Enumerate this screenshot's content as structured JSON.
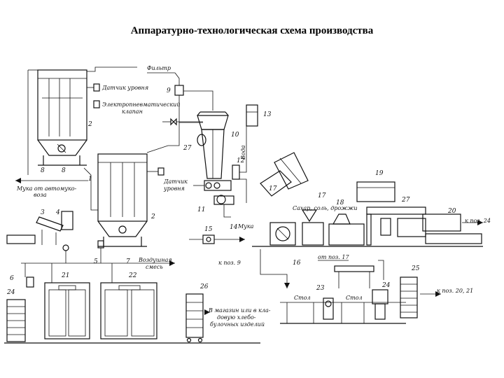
{
  "title": "Аппаратурно-технологическая схема производства",
  "labels": {
    "filter": "Фильтр",
    "level_sensor_top": "Датчик уровня",
    "pneumatic_valve_1": "Электропневматический",
    "pneumatic_valve_2": "клапан",
    "level_sensor_mid_1": "Датчик",
    "level_sensor_mid_2": "уровня",
    "flour_truck_1": "Мука от автомуко-",
    "flour_truck_2": "воза",
    "water": "Вода",
    "flour": "Мука",
    "sugar": "Сахар, соль, дрожжи",
    "air_mix_1": "Воздушная",
    "air_mix_2": "смесь",
    "to_pos9": "к поз. 9",
    "from_pos17": "от поз. 17",
    "table_1": "Стол",
    "table_2": "Стол",
    "to_pos24": "к поз. 24",
    "to_pos2021": "к поз. 20, 21",
    "store_1": "В магазин или в кла-",
    "store_2": "довую хлебо-",
    "store_3": "булочных изделий"
  },
  "numbers": [
    "1",
    "2",
    "2",
    "3",
    "4",
    "5",
    "6",
    "7",
    "8",
    "9",
    "10",
    "11",
    "12",
    "13",
    "14",
    "15",
    "16",
    "17",
    "18",
    "19",
    "20",
    "21",
    "22",
    "23",
    "24",
    "24",
    "25",
    "26",
    "27"
  ]
}
